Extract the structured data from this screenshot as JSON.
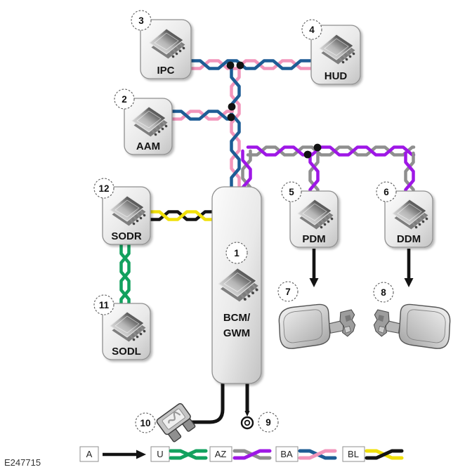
{
  "figure_id": "E247715",
  "colors": {
    "ba_blue": "#1d5c95",
    "ba_pink": "#f295bb",
    "az_purple": "#9e17e6",
    "az_gray": "#8f8f8f",
    "u_green": "#12a15e",
    "bl_yellow": "#f0e00a",
    "black": "#131313"
  },
  "modules": {
    "bcm_gwm": {
      "number": "1",
      "line1": "BCM/",
      "line2": "GWM"
    },
    "aam": {
      "number": "2",
      "label": "AAM"
    },
    "ipc": {
      "number": "3",
      "label": "IPC"
    },
    "hud": {
      "number": "4",
      "label": "HUD"
    },
    "pdm": {
      "number": "5",
      "label": "PDM"
    },
    "ddm": {
      "number": "6",
      "label": "DDM"
    },
    "sodl": {
      "number": "11",
      "label": "SODL"
    },
    "sodr": {
      "number": "12",
      "label": "SODR"
    }
  },
  "callouts": {
    "mirror_left": {
      "number": "7"
    },
    "mirror_right": {
      "number": "8"
    },
    "ground_eyelet": {
      "number": "9"
    },
    "fuse": {
      "number": "10"
    }
  },
  "legend": {
    "items": [
      {
        "code": "A",
        "type": "arrow"
      },
      {
        "code": "U",
        "type": "twisted-pair",
        "wire1": "green",
        "wire2": "green"
      },
      {
        "code": "AZ",
        "type": "twisted-pair",
        "wire1": "gray",
        "wire2": "purple"
      },
      {
        "code": "BA",
        "type": "twisted-pair",
        "wire1": "blue",
        "wire2": "pink"
      },
      {
        "code": "BL",
        "type": "twisted-pair",
        "wire1": "yellow",
        "wire2": "black"
      }
    ]
  }
}
